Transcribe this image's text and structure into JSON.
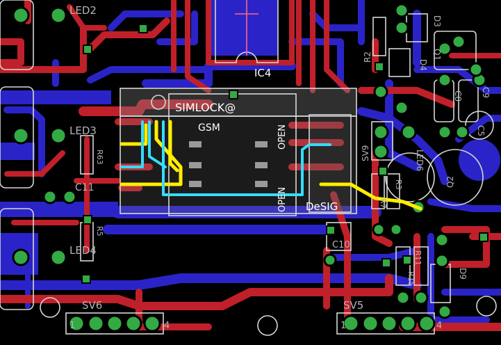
{
  "board": {
    "colors": {
      "background": "#000000",
      "top_copper": "#c0202a",
      "bottom_copper": "#2a24c8",
      "pad": "#33aa44",
      "silkscreen": "#d8d8d8",
      "highlight_yellow": "#ffee00",
      "highlight_cyan": "#33ddff"
    },
    "labels": {
      "led2": "LED2",
      "led3": "LED3",
      "led4": "LED4",
      "r63": "R63",
      "c11": "C11",
      "r5": "R5",
      "ic4": "IC4",
      "simlock": "SIMLOCK@",
      "gsm": "GSM",
      "open1": "OPEN",
      "open2": "OPEN",
      "desig": "DeSIG",
      "c10": "C10",
      "r2": "R2",
      "d3": "D3",
      "q1": "Q1",
      "d4": "D4",
      "sv9": "SV9",
      "led6": "LED6",
      "r3": "R3",
      "r7": "R7",
      "q2": "Q2",
      "c8": "C8",
      "c9": "C9",
      "c5": "C5",
      "r11": "R11",
      "r15": "R15",
      "d9": "D9",
      "sv6": "SV6",
      "sv5": "SV5",
      "sv6_pin1": "1",
      "sv6_pin4": "4",
      "sv5_pin1": "1",
      "sv5_pin4": "4"
    }
  }
}
